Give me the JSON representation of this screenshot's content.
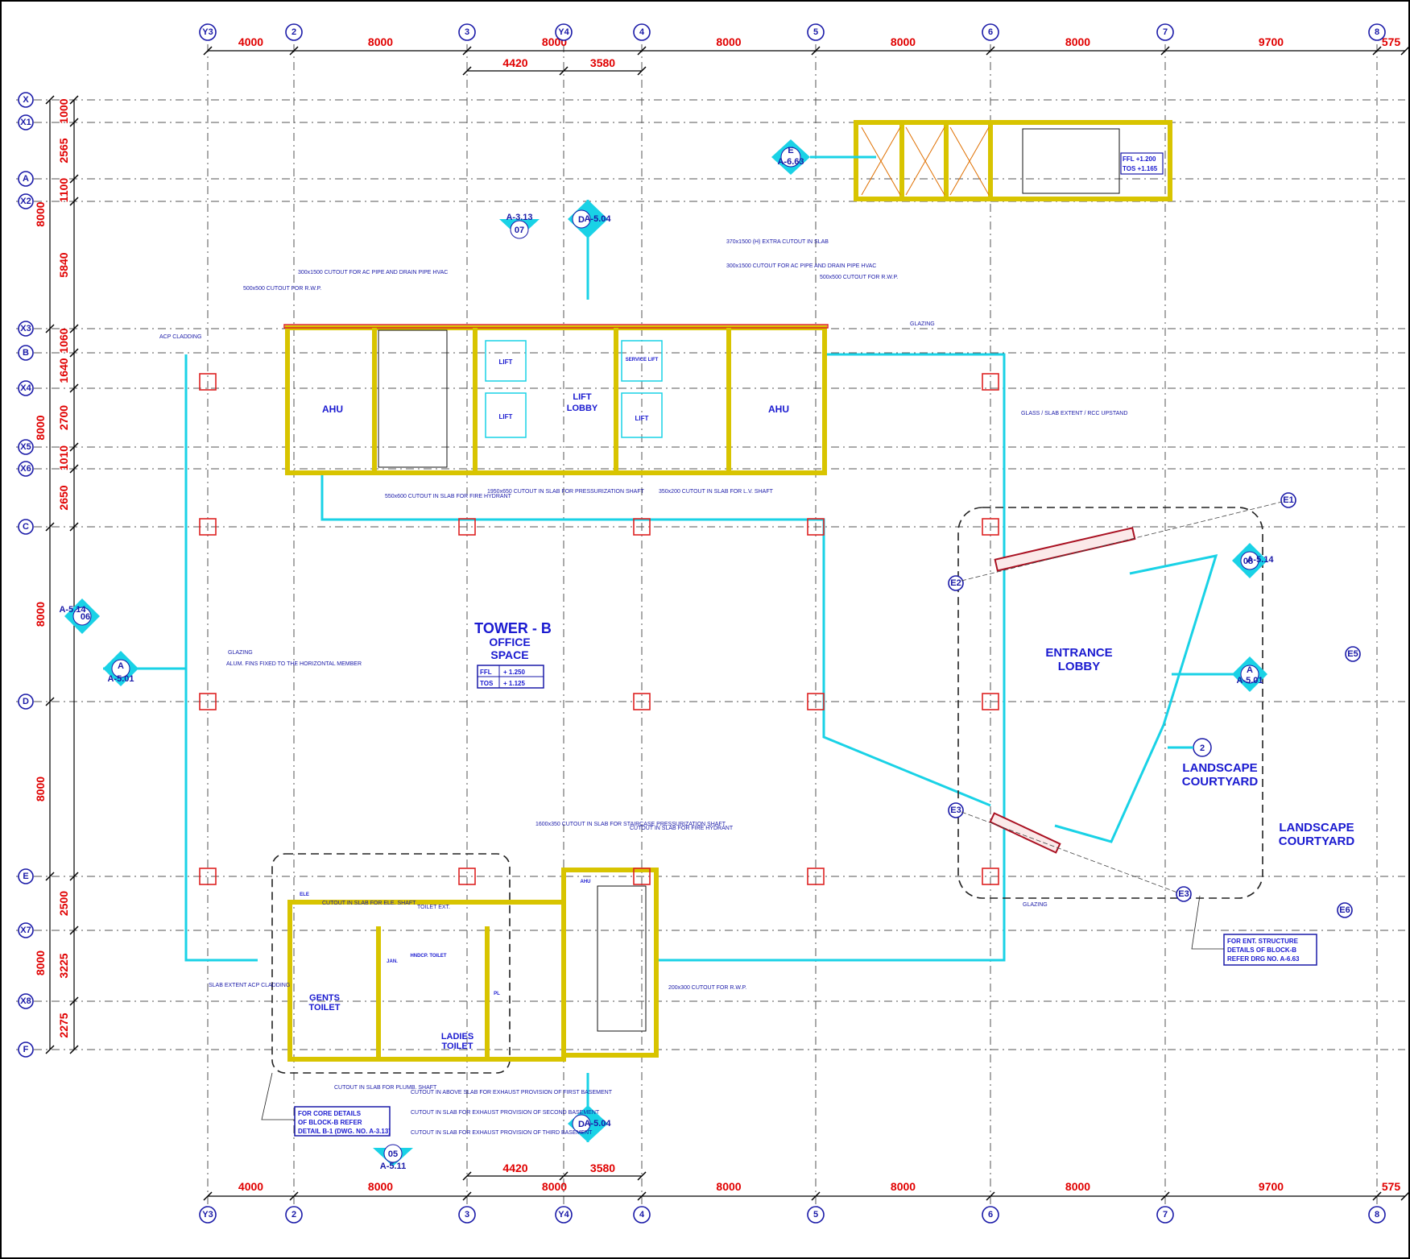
{
  "grid_columns": [
    "Y3",
    "2",
    "3",
    "Y4",
    "4",
    "5",
    "6",
    "7",
    "8"
  ],
  "grid_rows": [
    "X",
    "X1",
    "A",
    "X2",
    "X3",
    "B",
    "X4",
    "X5",
    "X6",
    "C",
    "D",
    "E",
    "X7",
    "X8",
    "F"
  ],
  "top_dims": [
    "4000",
    "8000",
    "8000",
    "8000",
    "8000",
    "8000",
    "9700",
    "575"
  ],
  "top_subdims": [
    "4420",
    "3580"
  ],
  "bottom_dims": [
    "4000",
    "8000",
    "8000",
    "8000",
    "8000",
    "8000",
    "9700",
    "575"
  ],
  "bottom_subdims": [
    "4420",
    "3580"
  ],
  "left_dims_inner": [
    "1000",
    "2565",
    "1100",
    "5840",
    "1060",
    "1640",
    "2700",
    "1010",
    "2650",
    "2500",
    "3225",
    "2275"
  ],
  "left_dims_outer": [
    "8000",
    "8000",
    "8000",
    "8000",
    "8000"
  ],
  "rooms": {
    "ahu_left": "AHU",
    "ahu_right": "AHU",
    "lift1": "LIFT",
    "lift2": "LIFT",
    "service_lift": "SERVICE LIFT",
    "lift3": "LIFT",
    "lift_lobby_1": "LIFT",
    "lift_lobby_2": "LOBBY",
    "tower_1": "TOWER - B",
    "tower_2": "OFFICE",
    "tower_3": "SPACE",
    "entrance_1": "ENTRANCE",
    "entrance_2": "LOBBY",
    "landscape_a1": "LANDSCAPE",
    "landscape_a2": "COURTYARD",
    "landscape_b1": "LANDSCAPE",
    "landscape_b2": "COURTYARD",
    "gents_1": "GENTS",
    "gents_2": "TOILET",
    "ladies_1": "LADIES",
    "ladies_2": "TOILET",
    "handicap": "HNDCP. TOILET",
    "jan": "JAN.",
    "ahu_small": "AHU",
    "ele": "ELE",
    "pl": "PL"
  },
  "levels": {
    "ffl_label": "FFL",
    "ffl_value": "+ 1.250",
    "tos_label": "TOS",
    "tos_value": "+ 1.125",
    "stair_ffl": "FFL +1.200",
    "stair_tos": "TOS +1.165"
  },
  "sections": {
    "e_label": "E",
    "e_ref": "A-6.63",
    "d_label": "D",
    "d_ref": "A-5.04",
    "a_label": "A",
    "a_ref": "A-5.01",
    "n07": "07",
    "n07_ref": "A-3.13",
    "n06": "06",
    "n06_ref": "A-5.14",
    "n05": "05",
    "n05_ref": "A-5.11",
    "n08": "08",
    "n08_ref": "A-5.14",
    "n2": "2",
    "e1": "E1",
    "e2": "E2",
    "e3": "E3",
    "e4": "E3",
    "e5": "E5",
    "e6": "E6"
  },
  "notes": {
    "cutout_rwp_1": "500x500 CUTOUT FOR R.W.P.",
    "cutout_ac": "300x1500 CUTOUT FOR AC PIPE AND DRAIN PIPE HVAC",
    "acp_cladding": "ACP CLADDING",
    "cutout_extra": "370x1500 (H) EXTRA CUTOUT IN SLAB",
    "cutout_ac_2": "300x1500 CUTOUT FOR AC PIPE AND DRAIN PIPE HVAC",
    "cutout_rwp_2": "500x500 CUTOUT FOR R.W.P.",
    "glazing_1": "GLAZING",
    "glass_notes": "GLASS / SLAB EXTENT / RCC UPSTAND",
    "fire_hydrant": "550x600 CUTOUT IN SLAB FOR FIRE HYDRANT",
    "pressurization": "1950x650 CUTOUT IN SLAB FOR PRESSURIZATION SHAFT",
    "lv_shaft": "350x200 CUTOUT IN SLAB FOR L.V. SHAFT",
    "glazing_2": "GLAZING",
    "alum_fins": "ALUM. FINS FIXED TO THE HORIZONTAL MEMBER",
    "staircase_shaft": "1600x350 CUTOUT IN SLAB FOR STAIRCASE PRESSURIZATION SHAFT",
    "fire_hydrant_2": "CUTOUT IN SLAB FOR FIRE HYDRANT",
    "ele_shaft": "CUTOUT IN SLAB FOR ELE. SHAFT",
    "toilet_ext": "TOILET EXT.",
    "slab_extent": "SLAB EXTENT ACP CLADDING",
    "plumb_shaft": "CUTOUT IN SLAB FOR PLUMB. SHAFT",
    "exhaust_1": "CUTOUT IN ABOVE SLAB FOR EXHAUST PROVISION OF FIRST BASEMENT",
    "exhaust_2": "CUTOUT IN SLAB FOR EXHAUST PROVISION OF SECOND BASEMENT",
    "exhaust_3": "CUTOUT IN SLAB FOR EXHAUST PROVISION OF THIRD BASEMENT",
    "rwp_300": "200x300 CUTOUT FOR R.W.P.",
    "glazing_3": "GLAZING"
  },
  "boxnotes": {
    "core_1": "FOR CORE DETAILS",
    "core_2": "OF BLOCK-B REFER",
    "core_3": "DETAIL B-1 (DWG. NO. A-3.13)",
    "ent_1": "FOR ENT. STRUCTURE",
    "ent_2": "DETAILS OF BLOCK-B",
    "ent_3": "REFER DRG NO. A-6.63"
  }
}
